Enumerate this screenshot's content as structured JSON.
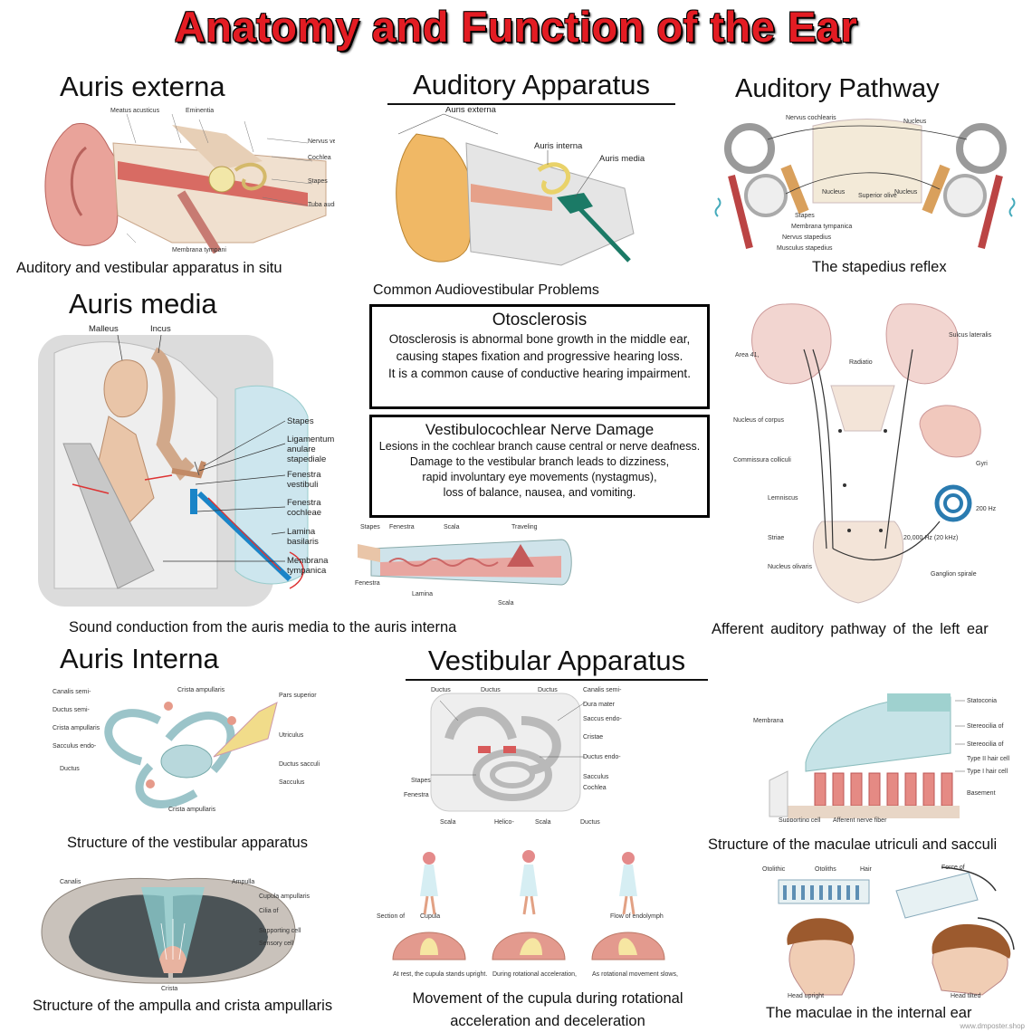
{
  "title": "Anatomy and Function of the Ear",
  "sections": {
    "auris_externa": {
      "heading": "Auris externa",
      "caption": "Auditory and vestibular apparatus in situ"
    },
    "auditory_apparatus": {
      "heading": "Auditory Apparatus",
      "labels": [
        "Auris externa",
        "Auris interna",
        "Auris media"
      ]
    },
    "auditory_pathway": {
      "heading": "Auditory Pathway",
      "caption": "The stapedius reflex"
    },
    "auris_media": {
      "heading": "Auris media",
      "caption": "Sound conduction from the auris media to the auris interna",
      "labels": {
        "malleus": "Malleus",
        "incus": "Incus",
        "stapes": "Stapes",
        "ligamentum1": "Ligamentum",
        "ligamentum2": "anulare",
        "ligamentum3": "stapediale",
        "fen_vest1": "Fenestra",
        "fen_vest2": "vestibuli",
        "fen_coch1": "Fenestra",
        "fen_coch2": "cochleae",
        "lamina1": "Lamina",
        "lamina2": "basilaris",
        "membrana1": "Membrana",
        "membrana2": "tympanica"
      }
    },
    "problems": {
      "heading": "Common Audiovestibular Problems",
      "otosclerosis": {
        "title": "Otosclerosis",
        "lines": [
          "Otosclerosis is abnormal bone growth in the middle ear,",
          "causing stapes fixation and progressive hearing loss.",
          "It is a common cause of conductive hearing impairment."
        ]
      },
      "nerve_damage": {
        "title": "Vestibulocochlear Nerve Damage",
        "lines": [
          "Lesions in the cochlear branch cause central or nerve deafness.",
          "Damage to the vestibular branch leads to dizziness,",
          "rapid involuntary eye movements (nystagmus),",
          "loss of balance, nausea, and vomiting."
        ]
      }
    },
    "afferent": {
      "caption": "Afferent auditory pathway of the left ear"
    },
    "auris_interna": {
      "heading": "Auris Interna",
      "caption": "Structure of the vestibular apparatus"
    },
    "vestibular_apparatus": {
      "heading": "Vestibular Apparatus"
    },
    "maculae": {
      "caption": "Structure of the maculae utriculi and sacculi"
    },
    "ampulla": {
      "caption": "Structure of the ampulla and crista ampullaris"
    },
    "cupula": {
      "caption_line1": "Movement of the cupula during rotational",
      "caption_line2": "acceleration and deceleration"
    },
    "maculae_internal": {
      "caption": "The maculae in the internal ear"
    }
  },
  "watermark": "www.dmposter.shop",
  "colors": {
    "title": "#e31c23",
    "bone": "#e9c5a8",
    "tissue": "#d98a86",
    "fluid": "#cde6ee",
    "nerve": "#f1e08a"
  }
}
